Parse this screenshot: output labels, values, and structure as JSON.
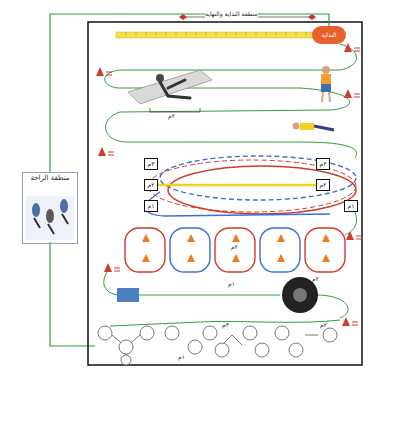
{
  "diagram": {
    "nodes": [
      {
        "text": [
          "منطقة الراحة"
        ]
      },
      {
        "text": [
          "البداية"
        ]
      },
      {
        "text": [
          "٣م"
        ]
      },
      {
        "text": [
          "٢م"
        ]
      },
      {
        "text": [
          "١م"
        ]
      },
      {
        "text": [
          "٣م"
        ]
      },
      {
        "text": [
          "٢م"
        ]
      },
      {
        "text": [
          "١م"
        ]
      }
    ],
    "edges": [
      {
        "from": 0,
        "to": 1,
        "arrow": "none"
      },
      {
        "from": 3,
        "to": 6,
        "arrow": "none"
      }
    ],
    "labels": [
      "منطقة البداية والنهاية",
      "٢م",
      "٢م",
      "١م",
      "٢م",
      "٣م",
      "١م",
      "٢م"
    ]
  }
}
